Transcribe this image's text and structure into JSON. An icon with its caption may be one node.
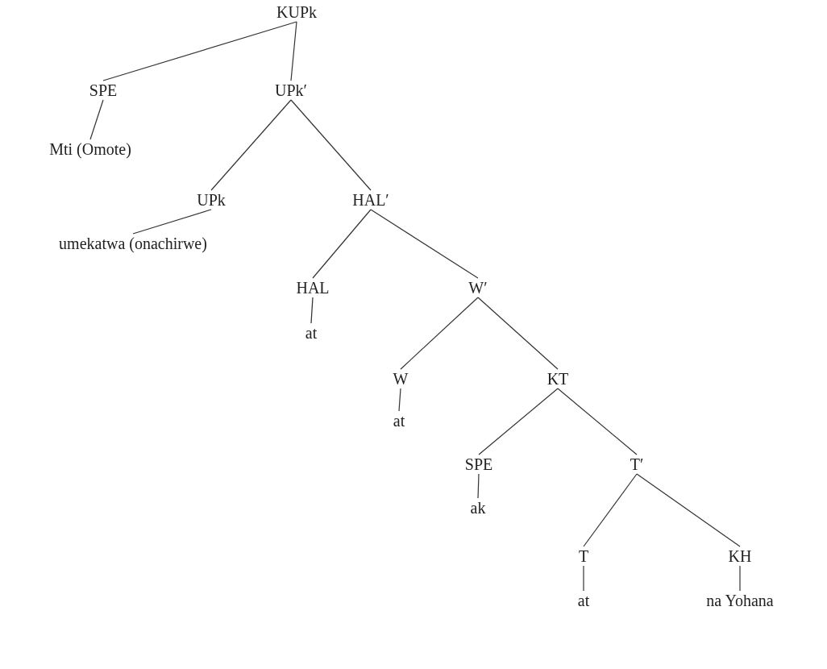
{
  "diagram": {
    "nodes": [
      {
        "text": [
          "KUPk"
        ]
      },
      {
        "text": [
          "SPE"
        ]
      },
      {
        "text": [
          "UPk′"
        ]
      },
      {
        "text": [
          "Mti (Omote)"
        ]
      },
      {
        "text": [
          "UPk"
        ]
      },
      {
        "text": [
          "HAL′"
        ]
      },
      {
        "text": [
          "umekatwa (onachirwe)"
        ]
      },
      {
        "text": [
          "HAL"
        ]
      },
      {
        "text": [
          "W′"
        ]
      },
      {
        "text": [
          "at"
        ]
      },
      {
        "text": [
          "W"
        ]
      },
      {
        "text": [
          "KT"
        ]
      },
      {
        "text": [
          "at"
        ]
      },
      {
        "text": [
          "SPE"
        ]
      },
      {
        "text": [
          "T′"
        ]
      },
      {
        "text": [
          "ak"
        ]
      },
      {
        "text": [
          "T"
        ]
      },
      {
        "text": [
          "KH"
        ]
      },
      {
        "text": [
          "at"
        ]
      },
      {
        "text": [
          "na Yohana"
        ]
      }
    ],
    "edges": [
      {
        "from": 0,
        "to": 1,
        "arrow": "none"
      },
      {
        "from": 0,
        "to": 2,
        "arrow": "none"
      },
      {
        "from": 1,
        "to": 3,
        "arrow": "none"
      },
      {
        "from": 2,
        "to": 4,
        "arrow": "none"
      },
      {
        "from": 2,
        "to": 5,
        "arrow": "none"
      },
      {
        "from": 4,
        "to": 6,
        "arrow": "none"
      },
      {
        "from": 5,
        "to": 7,
        "arrow": "none"
      },
      {
        "from": 5,
        "to": 8,
        "arrow": "none"
      },
      {
        "from": 7,
        "to": 9,
        "arrow": "none"
      },
      {
        "from": 8,
        "to": 10,
        "arrow": "none"
      },
      {
        "from": 8,
        "to": 11,
        "arrow": "none"
      },
      {
        "from": 10,
        "to": 12,
        "arrow": "none"
      },
      {
        "from": 11,
        "to": 13,
        "arrow": "none"
      },
      {
        "from": 11,
        "to": 14,
        "arrow": "none"
      },
      {
        "from": 13,
        "to": 15,
        "arrow": "none"
      },
      {
        "from": 14,
        "to": 16,
        "arrow": "none"
      },
      {
        "from": 14,
        "to": 17,
        "arrow": "none"
      },
      {
        "from": 16,
        "to": 18,
        "arrow": "none"
      },
      {
        "from": 17,
        "to": 19,
        "arrow": "none"
      }
    ]
  }
}
